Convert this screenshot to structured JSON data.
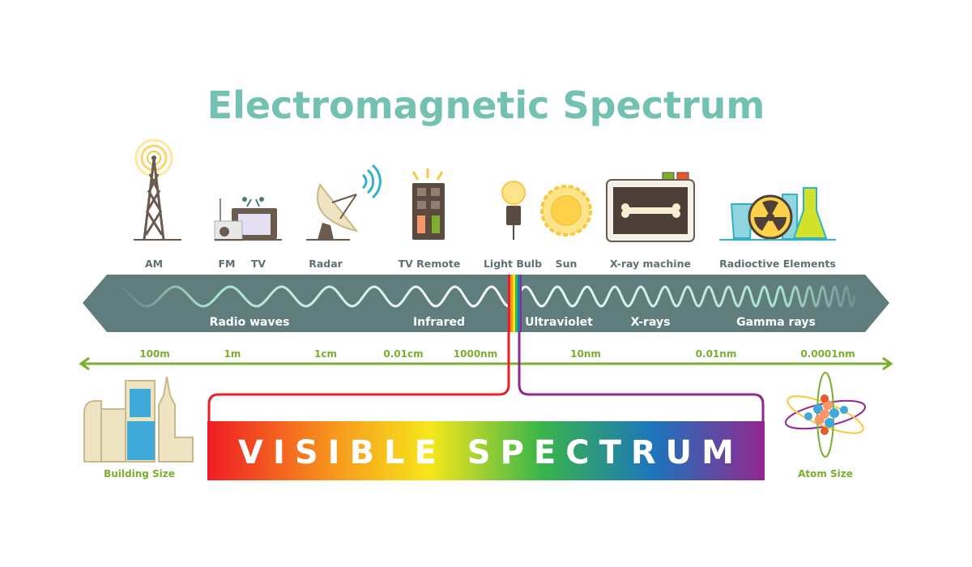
{
  "title": "Electromagnetic Spectrum",
  "sources": [
    "AM",
    "FM",
    "TV",
    "Radar",
    "TV Remote",
    "Light Bulb",
    "Sun",
    "X-ray machine",
    "Radioctive Elements"
  ],
  "bands": [
    "Radio waves",
    "Infrared",
    "Ultraviolet",
    "X-rays",
    "Gamma rays"
  ],
  "scale": [
    "100m",
    "1m",
    "1cm",
    "0.01cm",
    "1000nm",
    "10nm",
    "0.01nm",
    "0.0001nm"
  ],
  "visible": "VISIBLE SPECTRUM",
  "size_labels": {
    "left": "Building Size",
    "right": "Atom Size"
  },
  "colors": {
    "title": "#72c1b1",
    "band": "#5f7d7d",
    "scale": "#7aae2e",
    "wave": "#a8e0d6"
  }
}
